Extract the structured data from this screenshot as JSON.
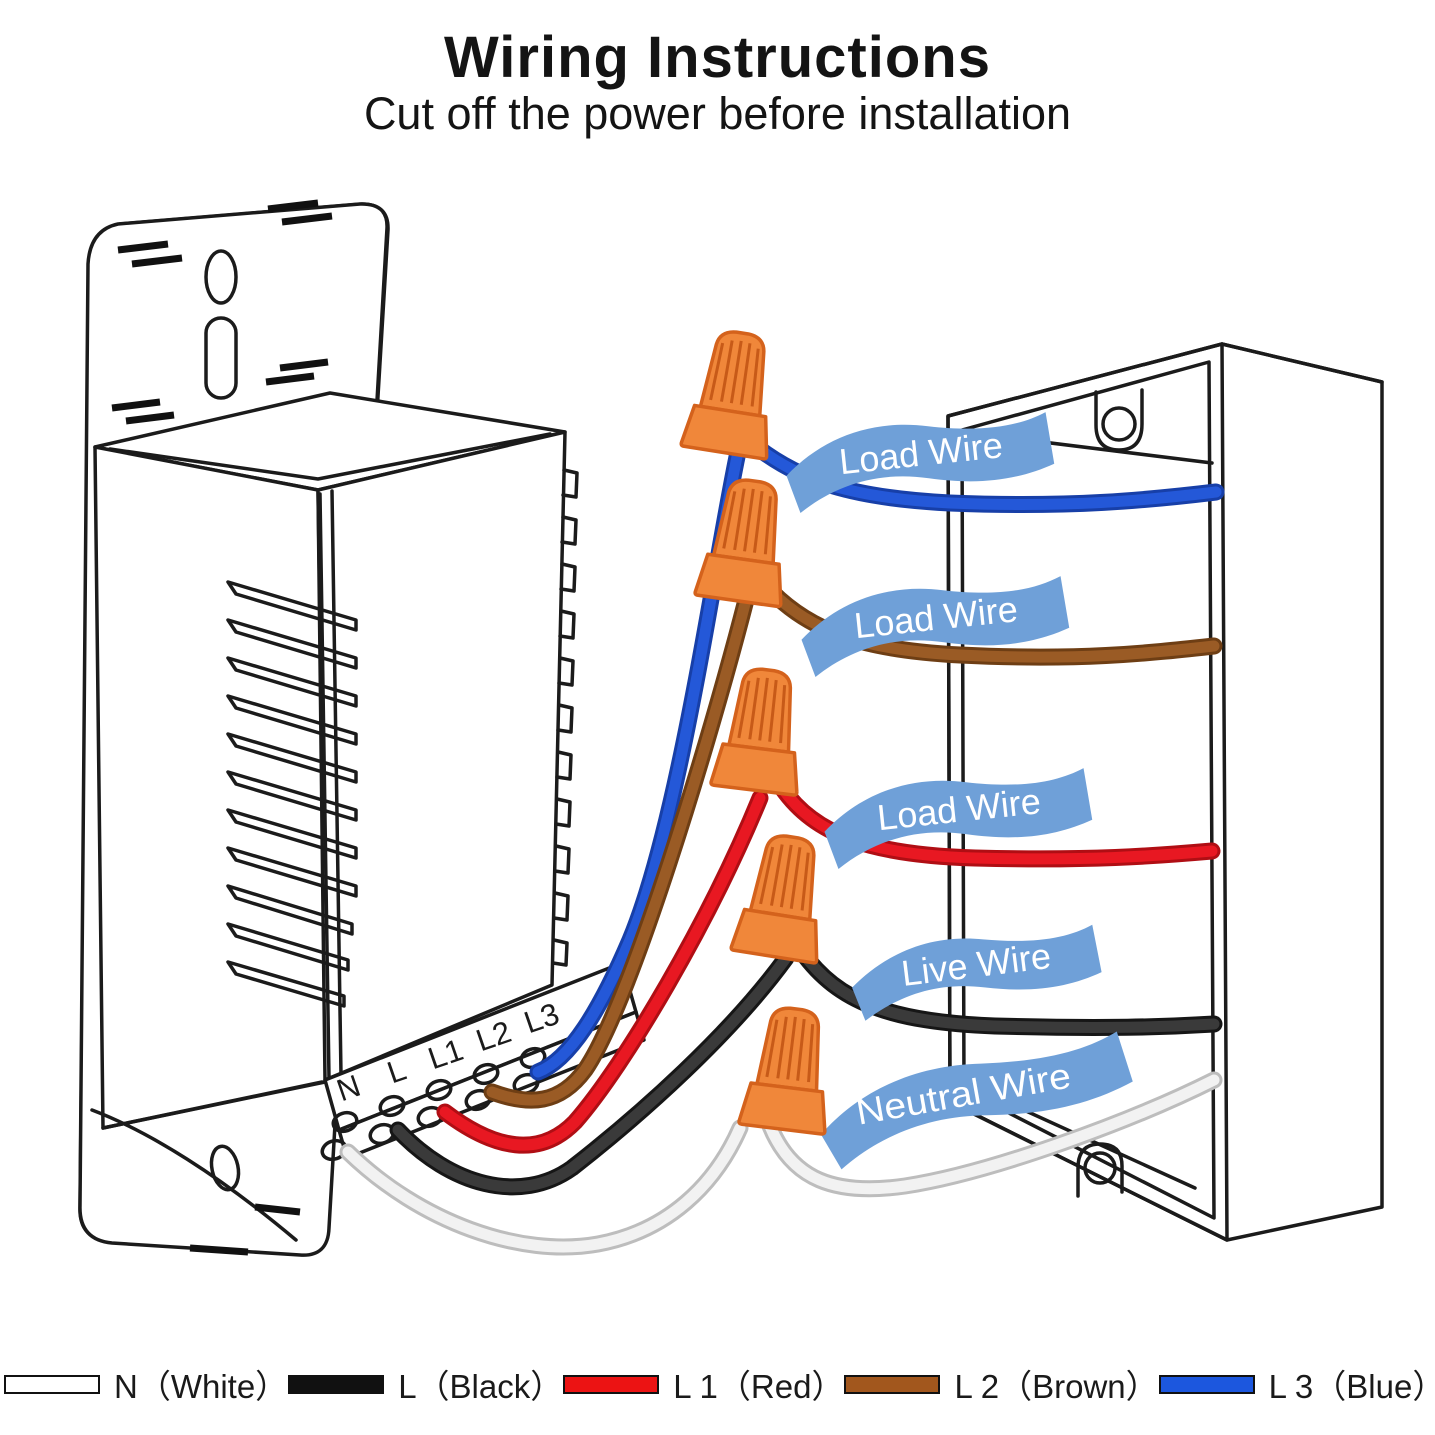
{
  "header": {
    "title": "Wiring Instructions",
    "subtitle": "Cut off the power before installation"
  },
  "device": {
    "name": "smart switch rear view",
    "terminals": [
      {
        "label": "N"
      },
      {
        "label": "L"
      },
      {
        "label": "L1"
      },
      {
        "label": "L2"
      },
      {
        "label": "L3"
      }
    ]
  },
  "junction_box": {
    "name": "wall junction box"
  },
  "wire_labels": [
    {
      "label": "Load Wire"
    },
    {
      "label": "Load Wire"
    },
    {
      "label": "Load Wire"
    },
    {
      "label": "Live Wire"
    },
    {
      "label": "Neutral Wire"
    }
  ],
  "connectors": {
    "count": 5,
    "type": "twist-on wire nut",
    "fill": "#F0873A",
    "edge": "#D4621C"
  },
  "wires": [
    {
      "terminal": "L3",
      "color_name": "Blue",
      "hex": "#2458D8",
      "edge": "#173FA8",
      "connects_to": "Load Wire"
    },
    {
      "terminal": "L2",
      "color_name": "Brown",
      "hex": "#9A5B25",
      "edge": "#6E3E14",
      "connects_to": "Load Wire"
    },
    {
      "terminal": "L1",
      "color_name": "Red",
      "hex": "#E81822",
      "edge": "#B00E14",
      "connects_to": "Load Wire"
    },
    {
      "terminal": "L",
      "color_name": "Black",
      "hex": "#3A3A3A",
      "edge": "#161616",
      "connects_to": "Live Wire"
    },
    {
      "terminal": "N",
      "color_name": "White",
      "hex": "#F2F2F2",
      "edge": "#BDBDBD",
      "connects_to": "Neutral Wire"
    }
  ],
  "banner_color": "#6FA0D8",
  "legend": {
    "items": [
      {
        "label": "N（White）",
        "swatch": "#FFFFFF"
      },
      {
        "label": "L（Black）",
        "swatch": "#111111"
      },
      {
        "label": "L 1（Red）",
        "swatch": "#EC1313"
      },
      {
        "label": "L 2（Brown）",
        "swatch": "#A2571D"
      },
      {
        "label": "L 3（Blue）",
        "swatch": "#1C57DE"
      }
    ]
  }
}
